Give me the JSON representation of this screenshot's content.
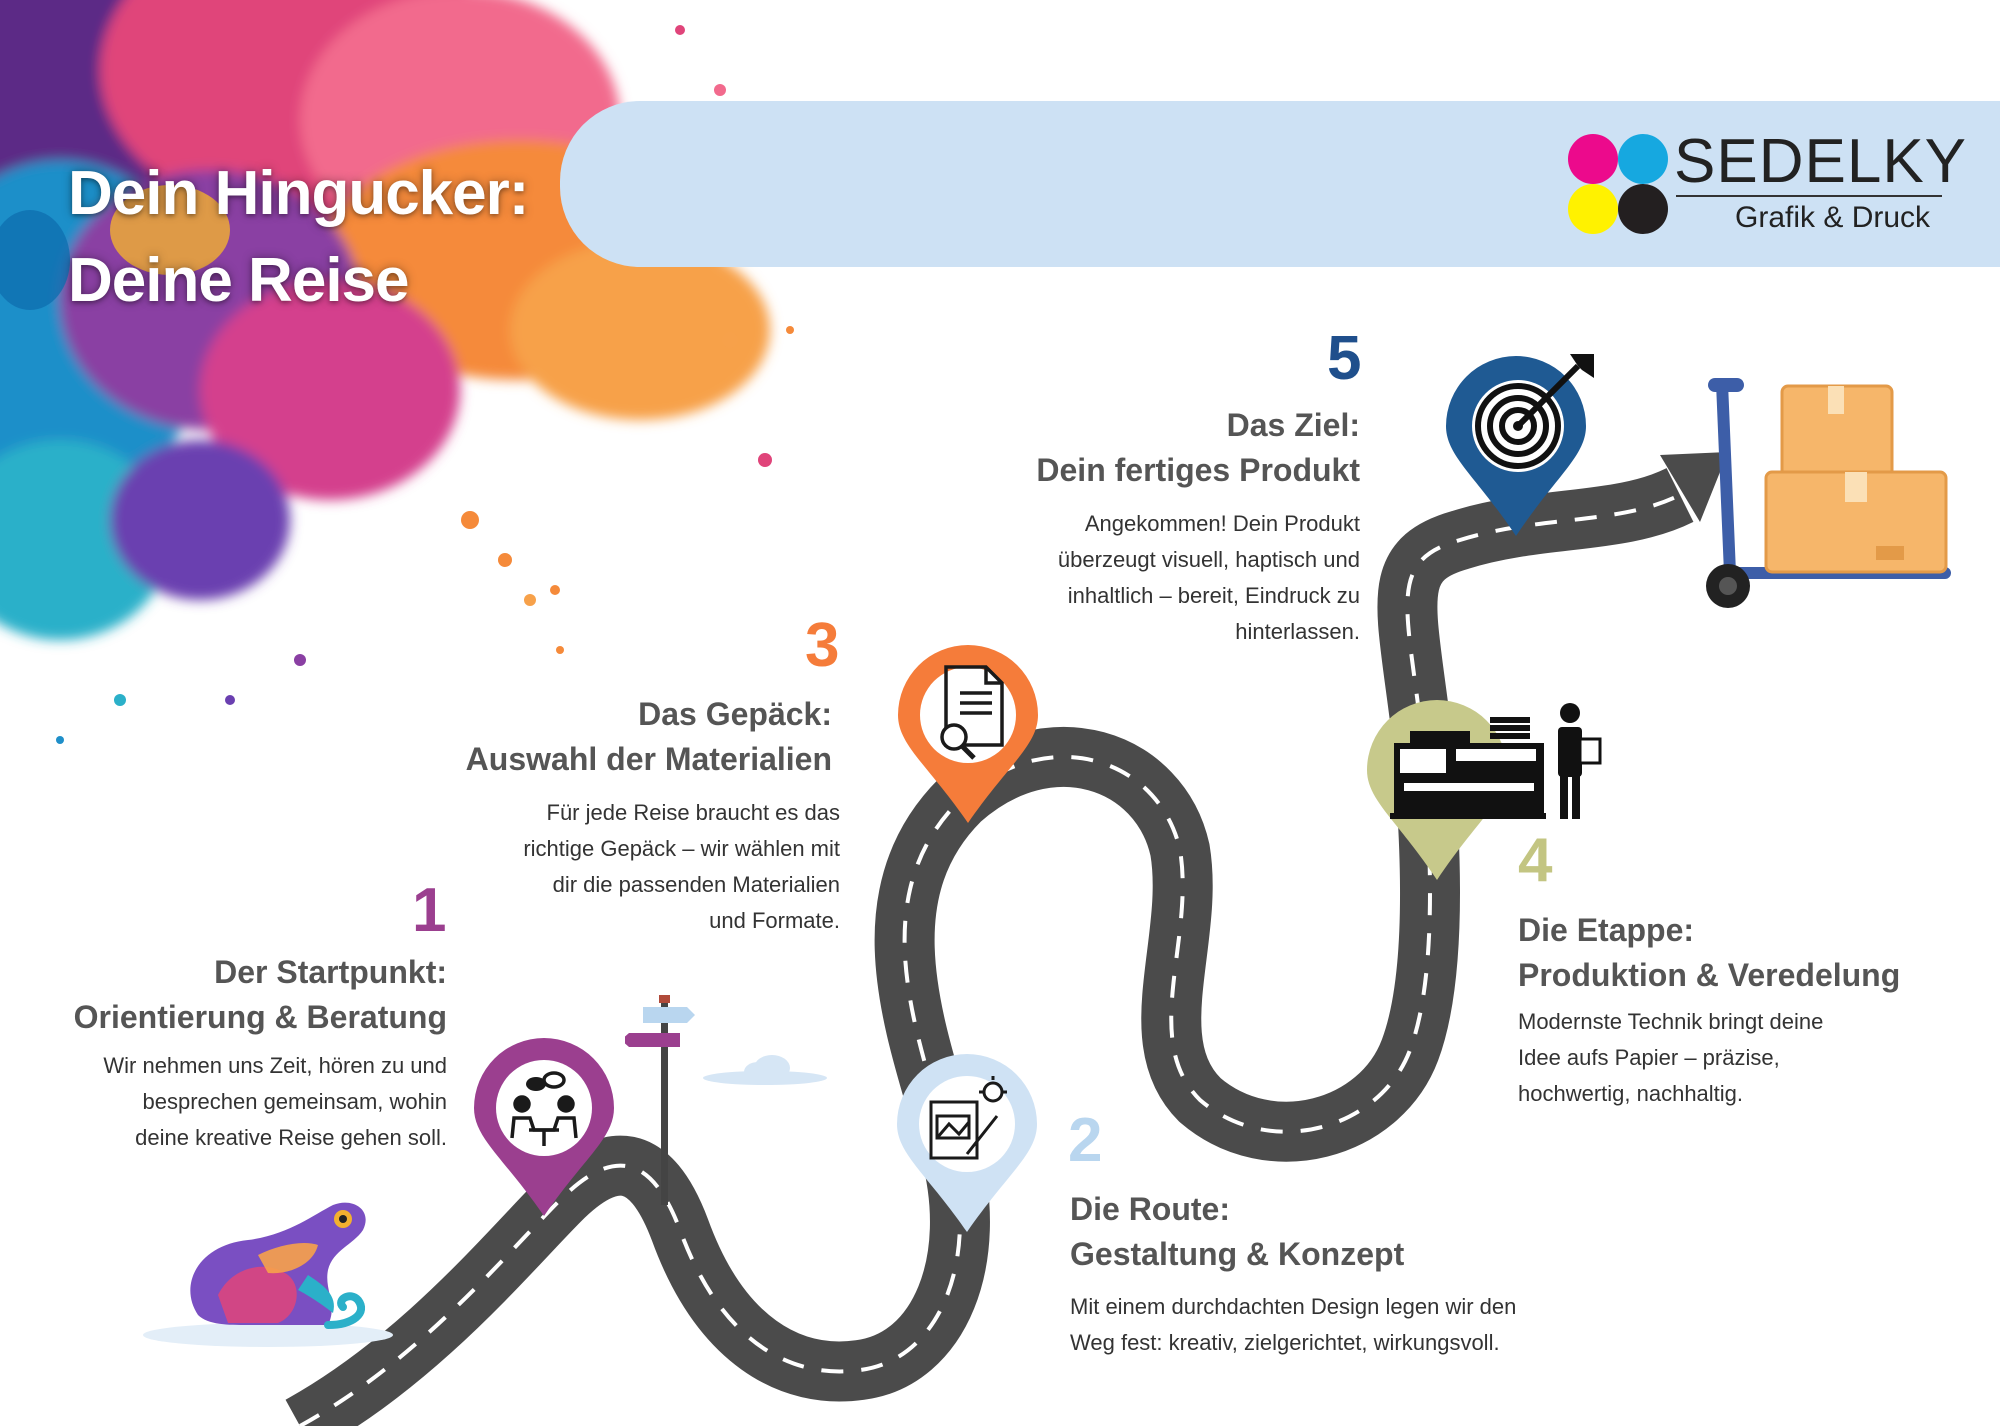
{
  "title": {
    "line1": "Dein Hingucker:",
    "line2": "Deine Reise"
  },
  "logo": {
    "name": "SEDELKY",
    "tagline": "Grafik & Druck"
  },
  "colors": {
    "banner": "#cde1f4",
    "road": "#4b4b4b",
    "step1": "#9b3f8f",
    "step2": "#cfe2f4",
    "step3": "#f57c3a",
    "step4": "#c7c98b",
    "step5": "#1f5a93",
    "num2": "#b9d6ef",
    "num4": "#c3c582",
    "num5": "#1f4f8c"
  },
  "steps": [
    {
      "number": "1",
      "heading": [
        "Der Startpunkt:",
        "Orientierung  & Beratung"
      ],
      "text": [
        "Wir nehmen uns Zeit, hören zu und",
        "besprechen gemeinsam, wohin",
        "deine kreative Reise gehen soll."
      ],
      "icon": "consultation-icon"
    },
    {
      "number": "2",
      "heading": [
        "Die Route:",
        "Gestaltung & Konzept"
      ],
      "text": [
        "Mit einem durchdachten Design legen wir den",
        "Weg fest: kreativ, zielgerichtet, wirkungsvoll."
      ],
      "icon": "design-icon"
    },
    {
      "number": "3",
      "heading": [
        "Das Gepäck:",
        "Auswahl der Materialien"
      ],
      "text": [
        "Für jede Reise braucht es das",
        "richtige Gepäck – wir wählen mit",
        "dir die passenden Materialien",
        "und Formate."
      ],
      "icon": "document-search-icon"
    },
    {
      "number": "4",
      "heading": [
        "Die Etappe:",
        "Produktion & Veredelung"
      ],
      "text": [
        "Modernste Technik bringt deine",
        "Idee aufs Papier – präzise,",
        "hochwertig, nachhaltig."
      ],
      "icon": "printing-machine-icon"
    },
    {
      "number": "5",
      "heading": [
        "Das Ziel:",
        "Dein fertiges Produkt"
      ],
      "text": [
        "Angekommen! Dein Produkt",
        "überzeugt visuell, haptisch und",
        "inhaltlich – bereit, Eindruck zu",
        "hinterlassen."
      ],
      "icon": "target-icon"
    }
  ]
}
